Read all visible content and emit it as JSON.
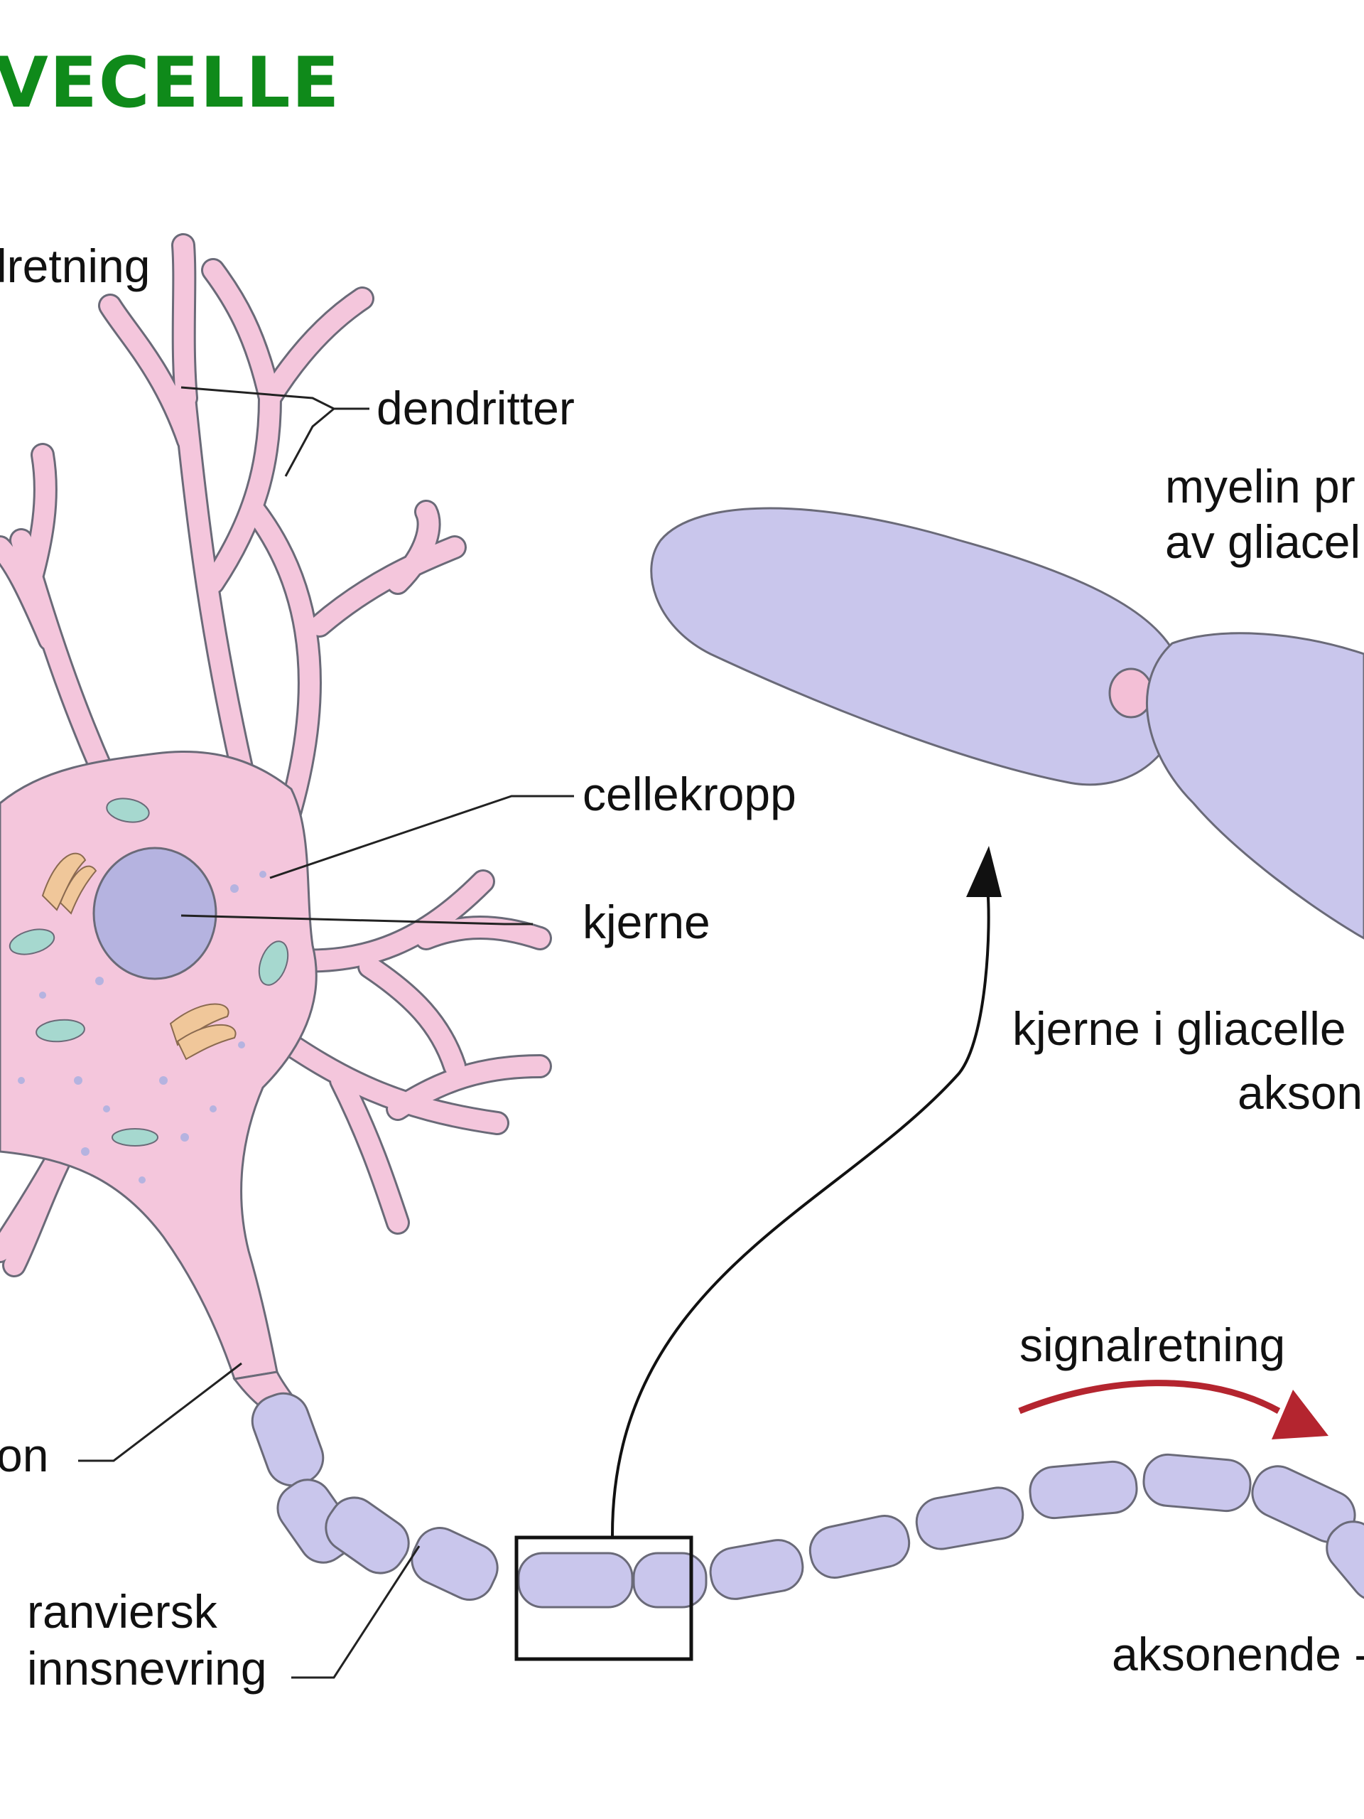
{
  "title": "VECELLE",
  "labels": {
    "top_signal": "lretning",
    "dendritter": "dendritter",
    "myelin_line1": "myelin pr",
    "myelin_line2": "av gliacel",
    "cellekropp": "cellekropp",
    "kjerne": "kjerne",
    "kjerne_gliacelle": "kjerne i gliacelle",
    "akson_right": "akson",
    "signalretning": "signalretning",
    "akson_left": "on",
    "ranviersk_line1": "ranviersk",
    "ranviersk_line2": "innsnevring",
    "aksonende": "aksonende -"
  },
  "colors": {
    "title_green": "#0f8a1a",
    "cell_pink": "#f4c6dc",
    "outline": "#6a6a78",
    "nucleus": "#b5b3e0",
    "myelin": "#c9c6ec",
    "node_pink": "#f3bfd6",
    "mito": "#a6d8cf",
    "golgi": "#f0c79a",
    "arrow_red": "#b4252f",
    "box": "#111111"
  }
}
